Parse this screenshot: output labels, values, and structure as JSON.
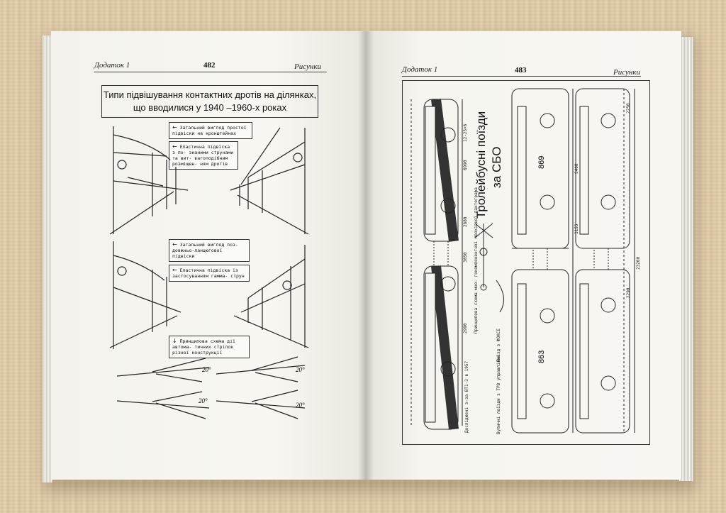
{
  "left_page": {
    "running_head_left": "Додаток 1",
    "page_number": "482",
    "running_head_right": "Рисунки",
    "title_line1": "Типи підвішування контактних дротів на ділянках,",
    "title_line2": "що вводилися у 1940 –1960-х роках",
    "labels": [
      {
        "arrow": "←",
        "text": "Загальний вигляд простої підвіски на кронштейнах"
      },
      {
        "arrow": "←",
        "text": "Еластична підвіска з по- знаними струнами та вит- вагоподібним розміщен- ням дротів"
      },
      {
        "arrow": "←",
        "text": "Загальний вигляд поз- довжньо-ланцюгової підвіски"
      },
      {
        "arrow": "←",
        "text": "Еластична підвіска із застосуванням гамма- струн"
      },
      {
        "arrow": "↓",
        "text": "Принципова схема дії автома- тичних стрілок різної конструкції"
      }
    ],
    "angles": [
      "20°",
      "20°",
      "20°",
      "20°"
    ]
  },
  "right_page": {
    "running_head_left": "Додаток 1",
    "page_number": "483",
    "running_head_right": "Рисунки",
    "title_line1": "Тролейбусні поїзди",
    "title_line2": "за СБО",
    "car_numbers": [
      "869",
      "863"
    ],
    "dimensions": [
      "12-25×6",
      "6990",
      "2880",
      "3050",
      "2990",
      "5400",
      "3155",
      "2250",
      "2290",
      "23260"
    ],
    "notes": [
      "Принципова схема мно- гокомпонентної прохідної пантографа",
      "Поїзд з ФОКСЕ",
      "Досліджені з-за ВТ1-3 в 1957",
      "Вуличні поїзди з ТР8 управління"
    ]
  }
}
